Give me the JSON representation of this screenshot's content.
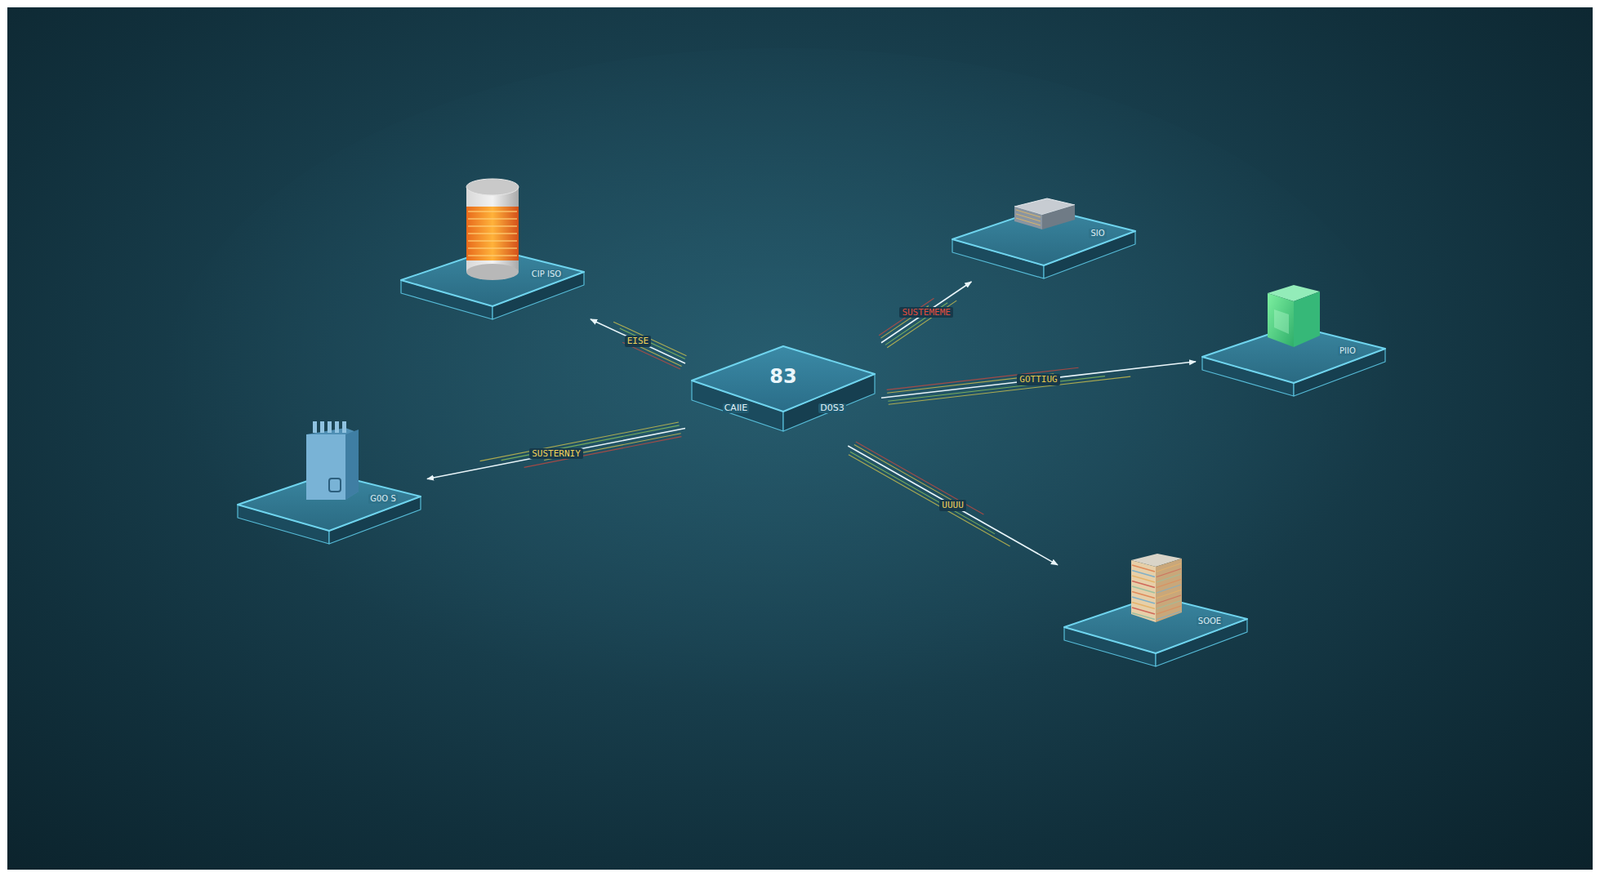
{
  "diagram": {
    "nodes": [
      {
        "text": [
          "83",
          "CAIIE",
          "D0S3"
        ]
      },
      {
        "text": [
          "CIP ISO"
        ]
      },
      {
        "text": [
          "G0O S"
        ]
      },
      {
        "text": [
          "SIO"
        ]
      },
      {
        "text": [
          "PIIO"
        ]
      },
      {
        "text": [
          "SOOE"
        ]
      }
    ],
    "edges": [
      {
        "from": 0,
        "to": 1,
        "arrow": "to",
        "label": "EISE"
      },
      {
        "from": 0,
        "to": 2,
        "arrow": "to",
        "label": "SUSTERNIY"
      },
      {
        "from": 0,
        "to": 3,
        "arrow": "to",
        "label": "SUSTEMEME"
      },
      {
        "from": 0,
        "to": 4,
        "arrow": "to",
        "label": "GOTTIUG"
      },
      {
        "from": 0,
        "to": 5,
        "arrow": "to",
        "label": "UUUU"
      }
    ]
  }
}
